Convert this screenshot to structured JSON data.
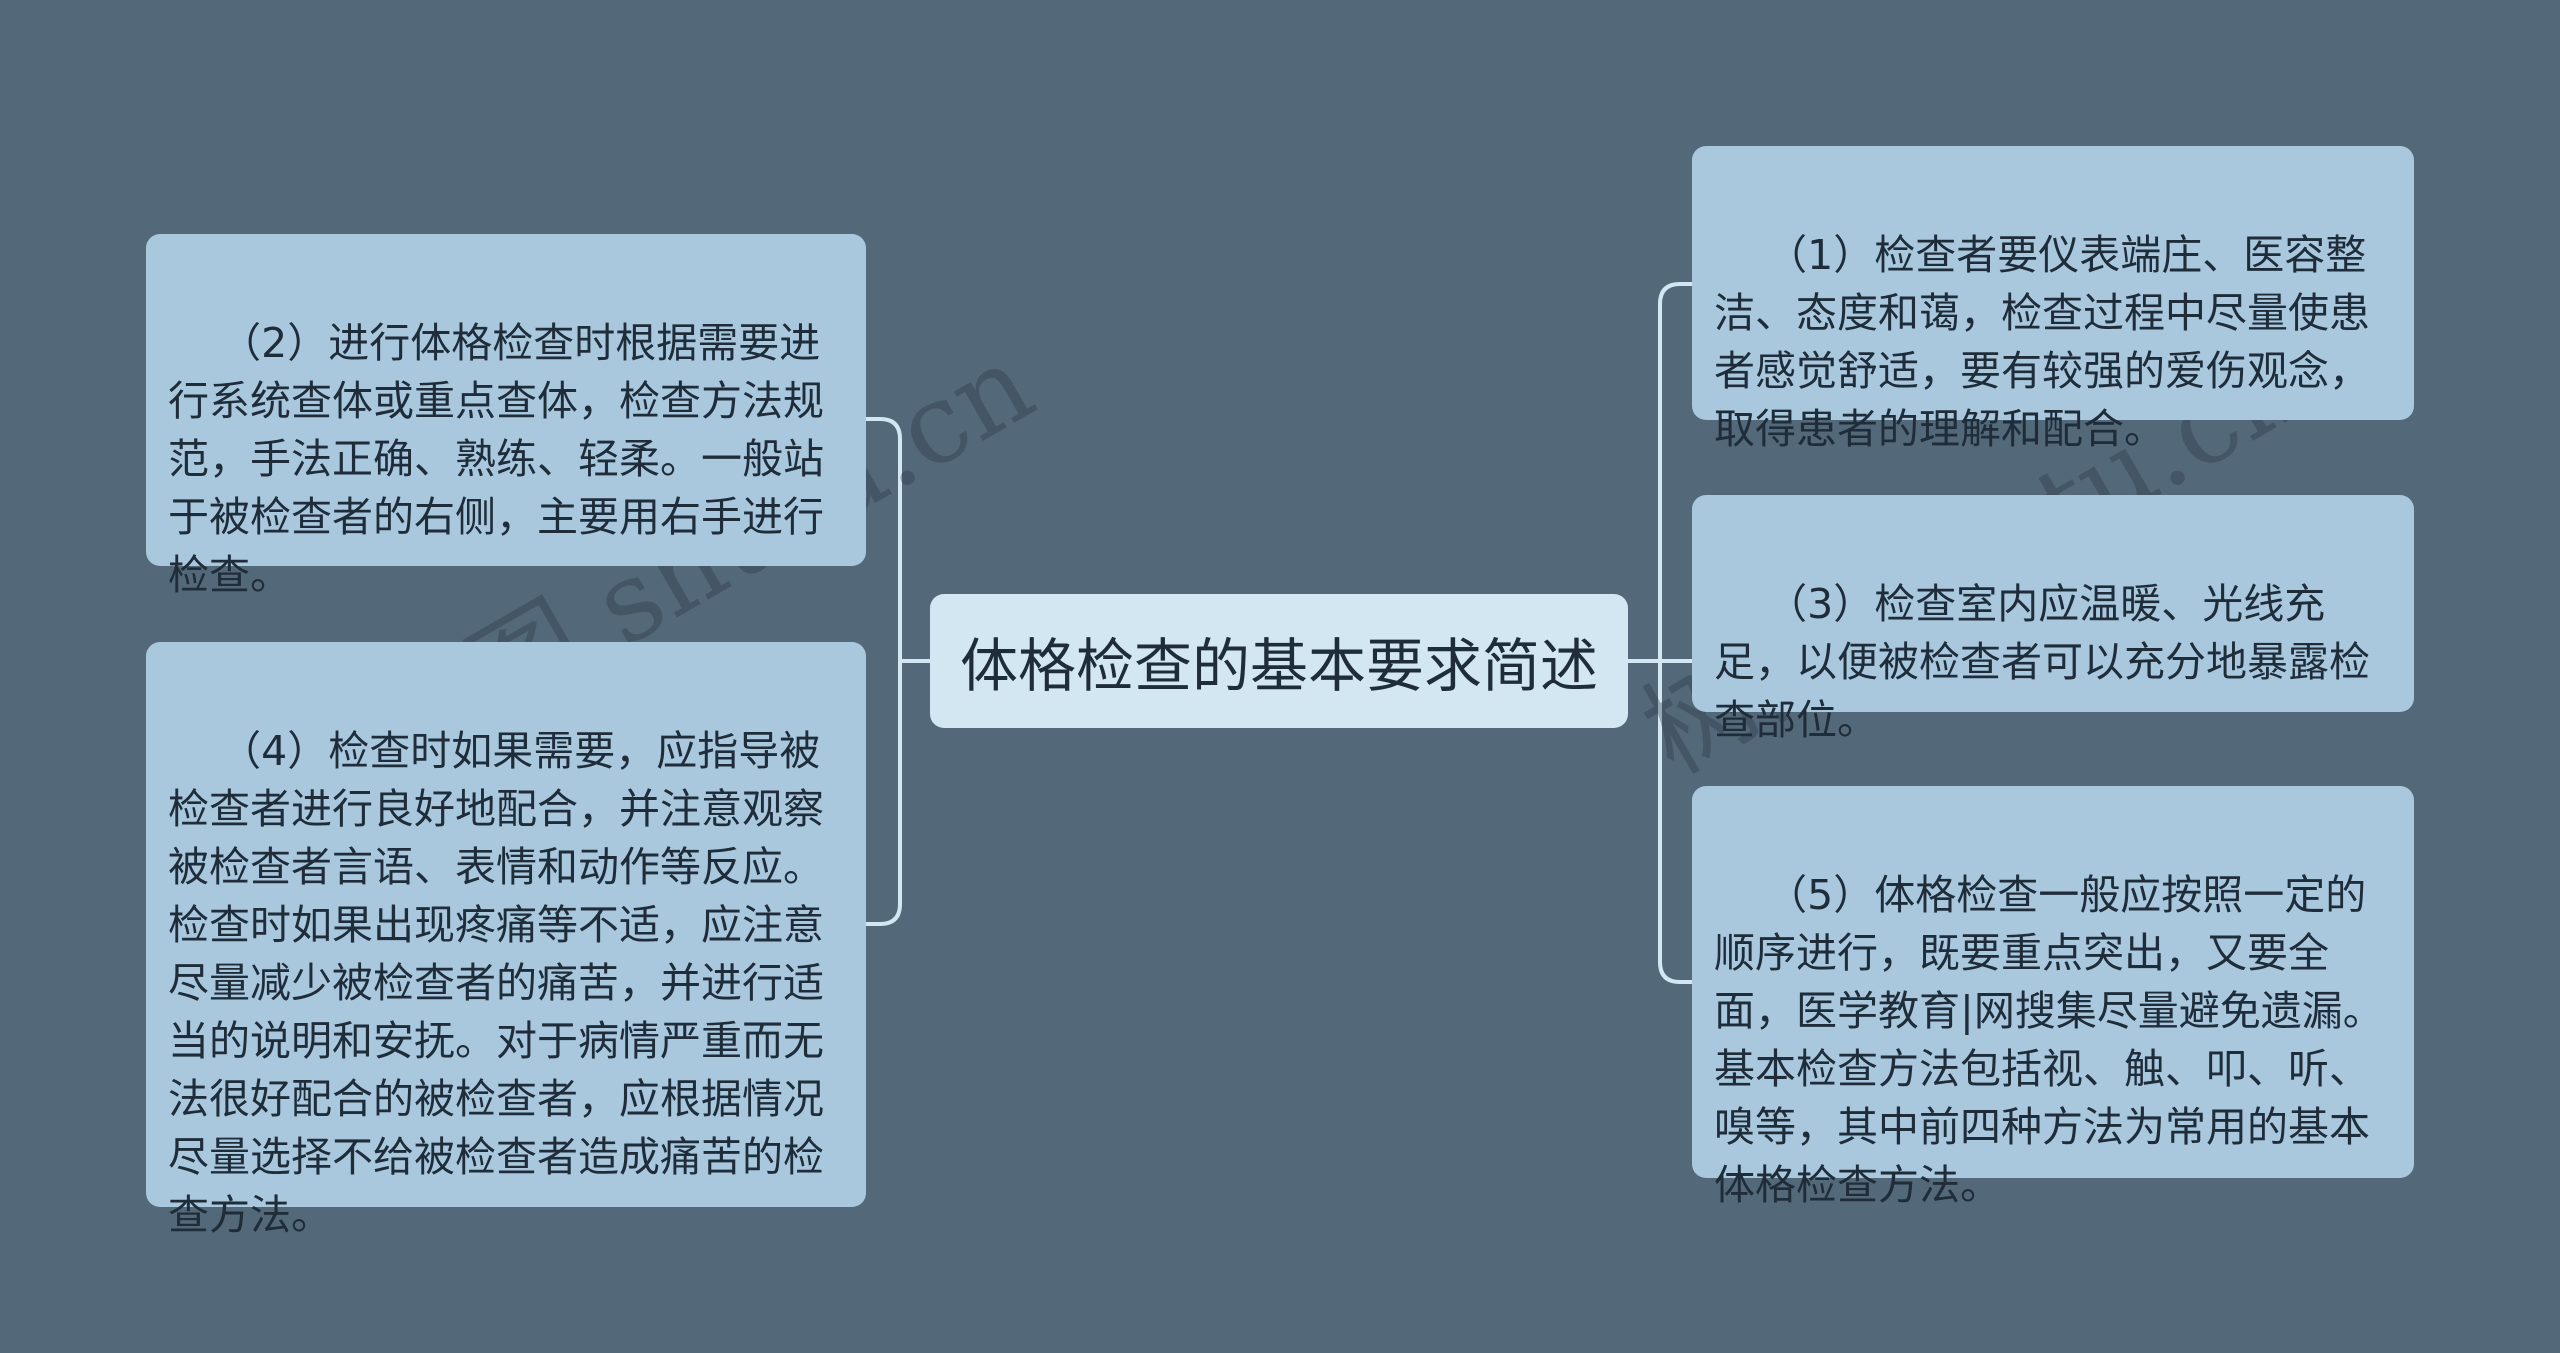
{
  "diagram": {
    "center_title": "体格检查的基本要求简述",
    "nodes": {
      "n2": "（2）进行体格检查时根据需要进行系统查体或重点查体，检查方法规范，手法正确、熟练、轻柔。一般站于被检查者的右侧，主要用右手进行检查。",
      "n4": "（4）检查时如果需要，应指导被检查者进行良好地配合，并注意观察被检查者言语、表情和动作等反应。检查时如果出现疼痛等不适，应注意尽量减少被检查者的痛苦，并进行适当的说明和安抚。对于病情严重而无法很好配合的被检查者，应根据情况尽量选择不给被检查者造成痛苦的检查方法。",
      "n1": "（1）检查者要仪表端庄、医容整洁、态度和蔼，检查过程中尽量使患者感觉舒适，要有较强的爱伤观念，取得患者的理解和配合。",
      "n3": "（3）检查室内应温暖、光线充足，以便被检查者可以充分地暴露检查部位。",
      "n5": "（5）体格检查一般应按照一定的顺序进行，既要重点突出，又要全面，医学教育|网搜集尽量避免遗漏。基本检查方法包括视、触、叩、听、嗅等，其中前四种方法为常用的基本体格检查方法。"
    },
    "watermarks": [
      "树图 shutu.cn",
      "树图 shutu.cn"
    ]
  },
  "colors": {
    "background": "#536878",
    "node_fill": "#a9c8de",
    "center_fill": "#d3e7f3",
    "connector": "#d3e7f3"
  }
}
